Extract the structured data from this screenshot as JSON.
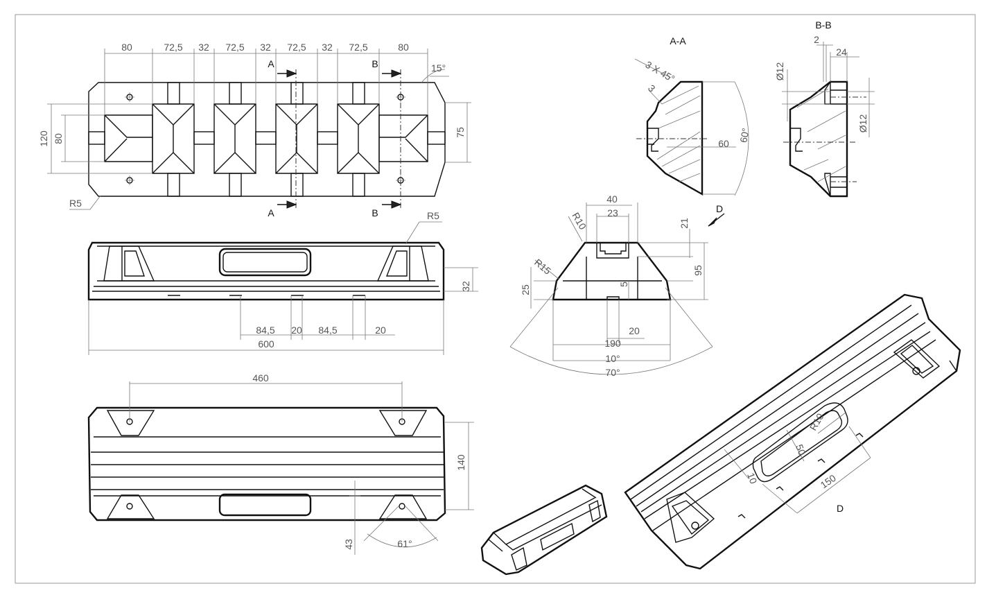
{
  "top_view": {
    "dims_top": [
      "80",
      "72,5",
      "32",
      "72,5",
      "32",
      "72,5",
      "32",
      "72,5",
      "80"
    ],
    "angle": "15°",
    "dim_120": "120",
    "dim_80": "80",
    "dim_75": "75",
    "radius": "R5",
    "section_a": "A",
    "section_b": "B"
  },
  "front_view": {
    "radius": "R5",
    "dim_32": "32",
    "dim_845a": "84,5",
    "dim_20a": "20",
    "dim_845b": "84,5",
    "dim_20b": "20",
    "dim_600": "600"
  },
  "bottom_view": {
    "dim_460": "460",
    "dim_140": "140",
    "dim_43": "43",
    "angle": "61°"
  },
  "section_aa": {
    "title": "A-A",
    "chamfer": "3 X 45°",
    "dim_3": "3",
    "dim_60": "60",
    "angle": "60°"
  },
  "section_bb": {
    "title": "B-B",
    "dim_2": "2",
    "dim_24": "24",
    "dia_top": "Ø12",
    "dia_right": "Ø12"
  },
  "end_view": {
    "dim_40": "40",
    "dim_23": "23",
    "r10": "R10",
    "r15": "R15",
    "dim_21": "21",
    "dim_95": "95",
    "dim_5": "5",
    "dim_25": "25",
    "dim_20": "20",
    "dim_190": "190",
    "angle_10": "10°",
    "angle_70": "70°",
    "view_d": "D"
  },
  "iso_view": {
    "r10": "R10",
    "dim_50": "50",
    "dim_10": "10",
    "dim_150": "150",
    "label": "D"
  }
}
